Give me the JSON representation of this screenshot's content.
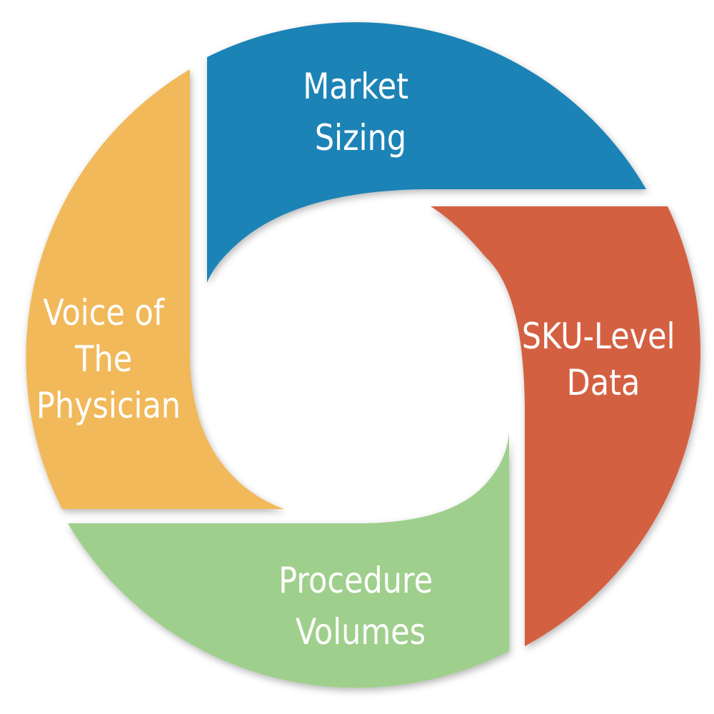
{
  "diagram": {
    "segments": [
      {
        "id": "market-sizing",
        "lines": [
          "Market",
          "Sizing"
        ],
        "color": "#1f83b6"
      },
      {
        "id": "sku-level-data",
        "lines": [
          "SKU-Level",
          "Data"
        ],
        "color": "#d46143"
      },
      {
        "id": "procedure-volumes",
        "lines": [
          "Procedure",
          "Volumes"
        ],
        "color": "#9fcf8c"
      },
      {
        "id": "voice-of-the-physician",
        "lines": [
          "Voice of",
          "The",
          "Physician"
        ],
        "color": "#f1b95a"
      }
    ]
  }
}
